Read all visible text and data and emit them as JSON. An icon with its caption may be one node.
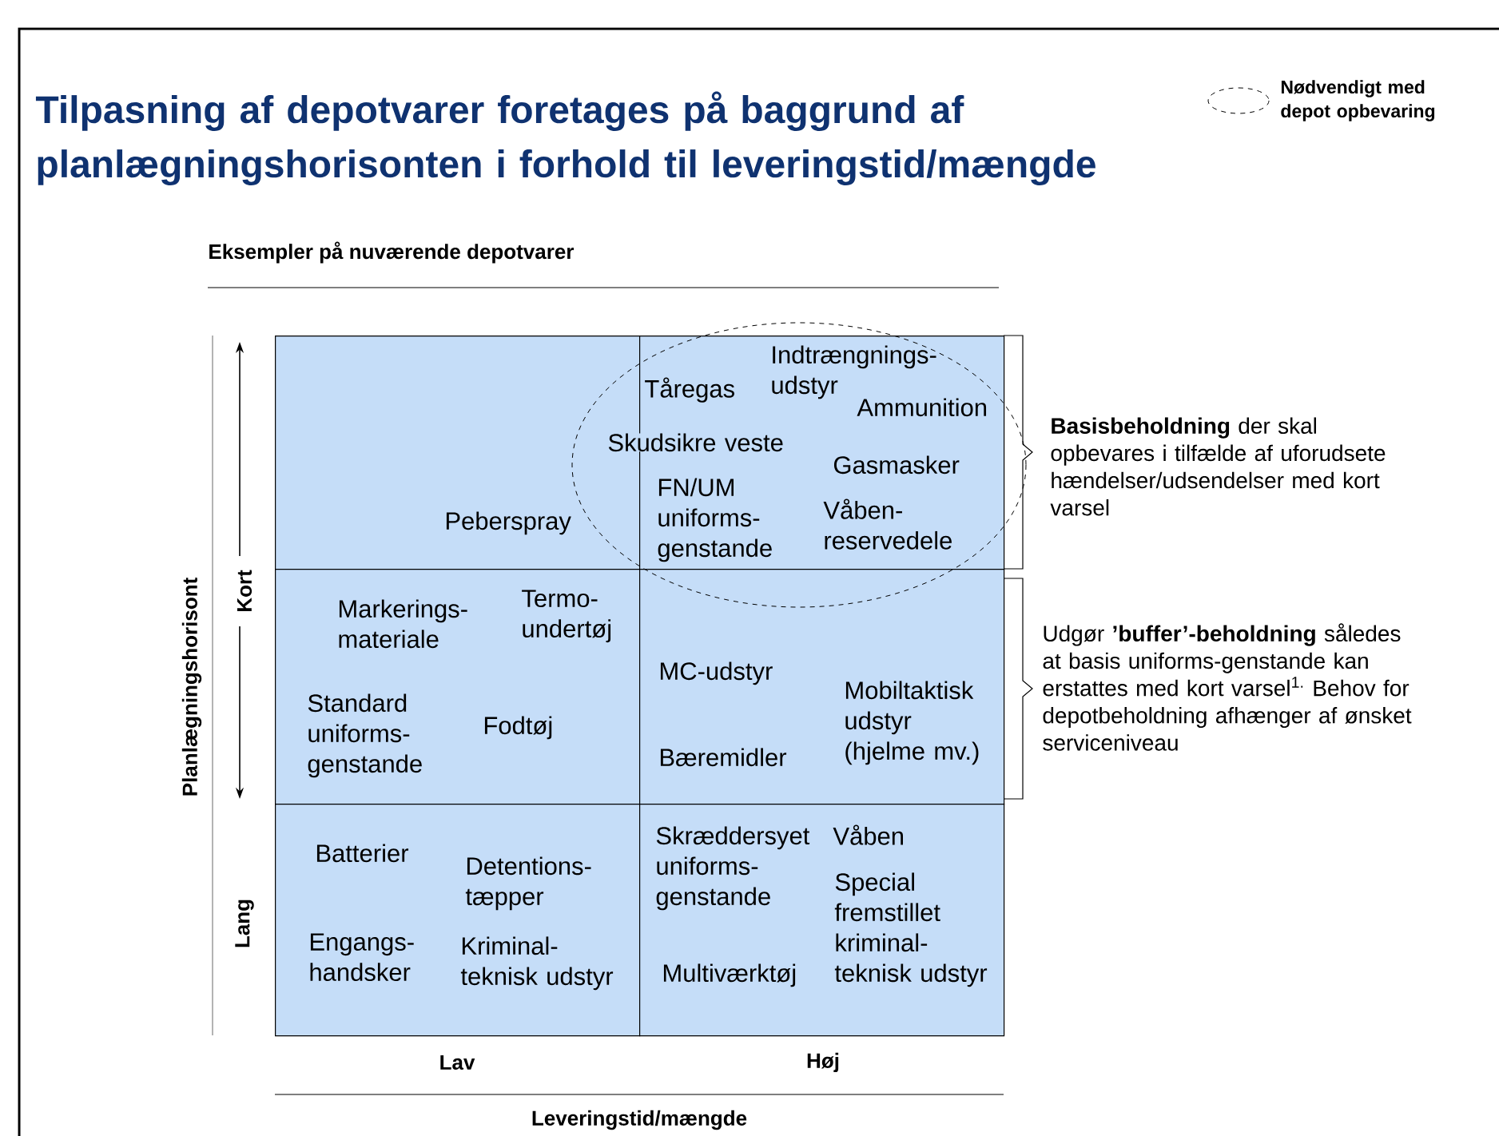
{
  "diagram": {
    "title": "Tilpasning af depotvarer foretages på baggrund af planlægningshorisonten i forhold til leveringstid/mængde",
    "nodes": [
      {
        "text": [
          "Peberspray"
        ]
      },
      {
        "text": [
          "Tåregas",
          "Indtrængnings- udstyr",
          "Ammunition",
          "Skudsikre veste",
          "Gasmasker",
          "FN/UM uniforms- genstande",
          "Våben- reservedele"
        ]
      },
      {
        "text": [
          "Markerings- materiale",
          "Termo- undertøj",
          "Standard uniforms- genstande",
          "Fodtøj"
        ]
      },
      {
        "text": [
          "MC-udstyr",
          "Bæremidler",
          "Mobiltaktisk udstyr (hjelme mv.)"
        ]
      },
      {
        "text": [
          "Batterier",
          "Detentions- tæpper",
          "Engangs- handsker",
          "Kriminal- teknisk udstyr"
        ]
      },
      {
        "text": [
          "Skræddersyet uniforms- genstande",
          "Multiværktøj",
          "Våben",
          "Special fremstillet kriminal- teknisk udstyr"
        ]
      }
    ],
    "labels": [
      "Eksempler på nuværende depotvarer",
      "**Basisbeholdning** der skal opbevares i tilfælde af uforudsete hændelser/udsendelser med kort varsel",
      "Planlægningshorisont",
      "Kort",
      "Udgør **’buffer’-beholdning** således at basis uniforms-genstande kan erstattes med kort varsel$^{1.}$ Behov for depotbeholdning afhænger af ønsket serviceniveau",
      "Lang",
      "Lav",
      "Høj",
      "Leveringstid/mængde"
    ],
    "legend": [
      {
        "text": "Nødvendigt med depot opbevaring"
      }
    ]
  }
}
